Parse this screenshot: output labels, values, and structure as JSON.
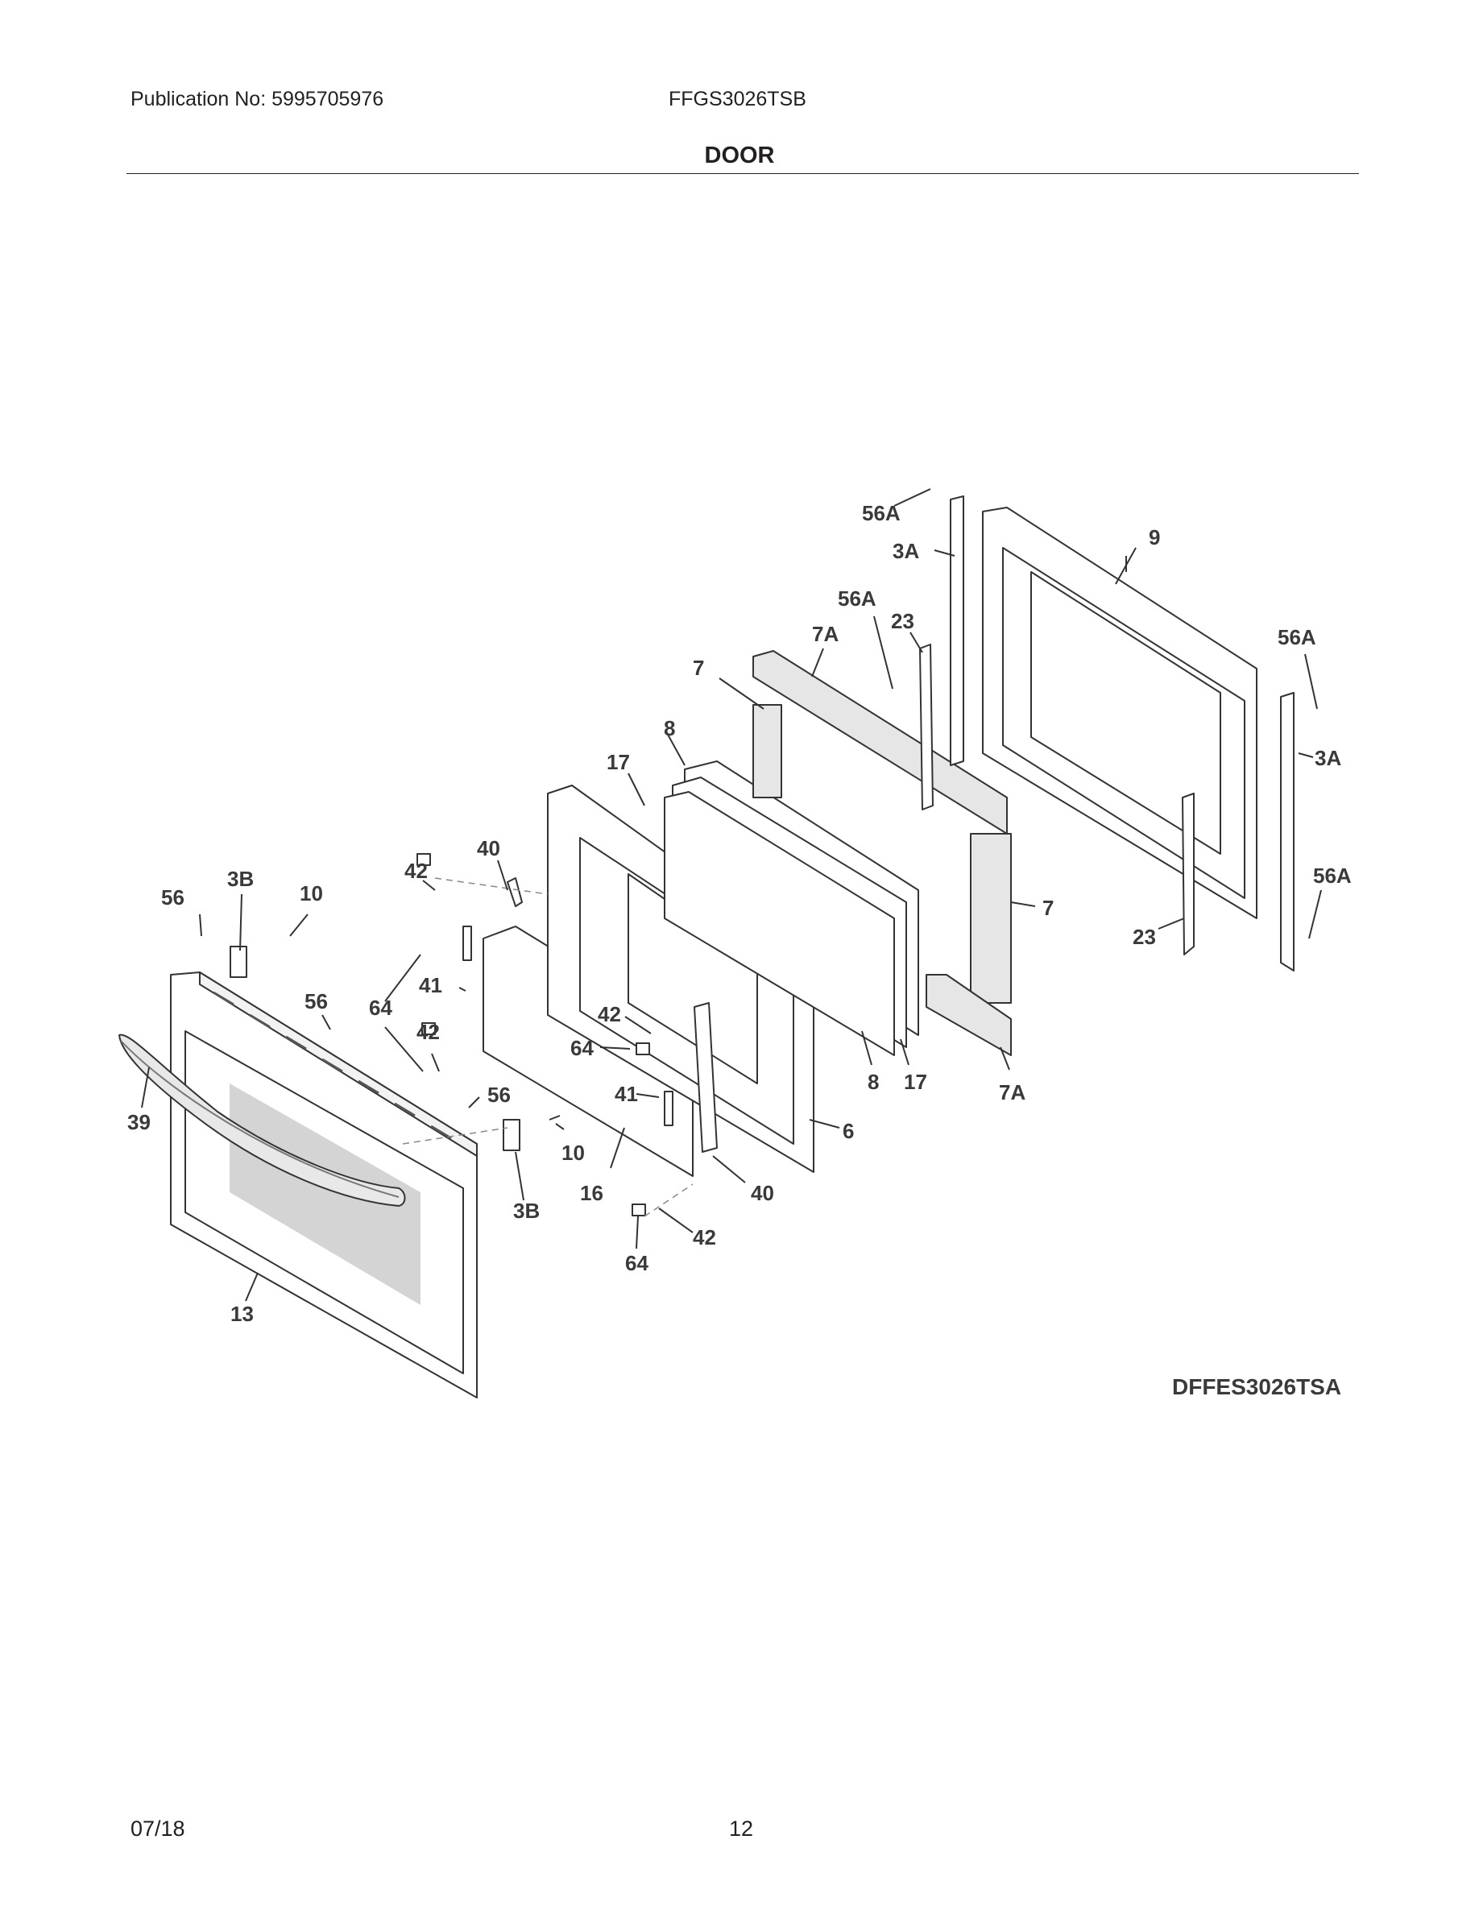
{
  "header": {
    "publication": "Publication No: 5995705976",
    "model": "FFGS3026TSB",
    "section_title": "DOOR"
  },
  "diagram": {
    "id": "DFFES3026TSA",
    "callouts": [
      "56A",
      "9",
      "3A",
      "56A",
      "7A",
      "23",
      "56A",
      "7",
      "8",
      "17",
      "3A",
      "56A",
      "7",
      "23",
      "40",
      "42",
      "3B",
      "56",
      "10",
      "41",
      "56",
      "64",
      "42",
      "42",
      "64",
      "56",
      "41",
      "10",
      "39",
      "16",
      "40",
      "6",
      "8",
      "17",
      "7A",
      "3B",
      "42",
      "64",
      "13"
    ]
  },
  "footer": {
    "date": "07/18",
    "page": "12"
  }
}
